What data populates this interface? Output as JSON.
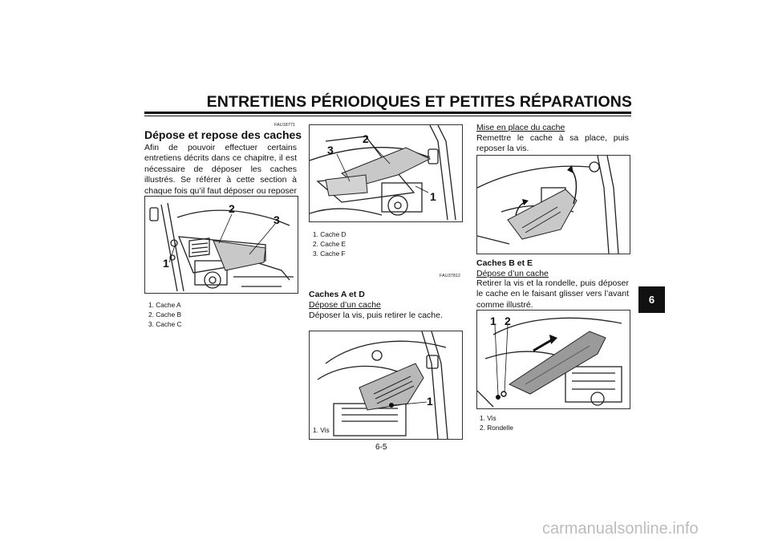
{
  "header": {
    "title": "ENTRETIENS PÉRIODIQUES ET PETITES RÉPARATIONS"
  },
  "left": {
    "code": "FAU18771",
    "title": "Dépose et repose des caches",
    "intro": "Afin de pouvoir effectuer certains entretiens décrits dans ce chapitre, il est nécessaire de déposer les caches illustrés. Se référer à cette section à chaque fois qu’il faut dé­poser ou reposer un cache.",
    "figure_callouts": [
      "2",
      "3",
      "1"
    ],
    "captions": [
      "1. Cache A",
      "2. Cache B",
      "3. Cache C"
    ]
  },
  "middle": {
    "figure_callouts": [
      "3",
      "2",
      "1"
    ],
    "captions": [
      "1. Cache D",
      "2. Cache E",
      "3. Cache F"
    ],
    "code": "FAU37812",
    "heading": "Caches A et D",
    "subheading": "Dépose d’un cache",
    "text": "Déposer la vis, puis retirer le cache.",
    "figure2_callouts": [
      "1"
    ],
    "captions2": [
      "1. Vis"
    ]
  },
  "right": {
    "subheading": "Mise en place du cache",
    "text": "Remettre le cache à sa place, puis reposer la vis.",
    "heading": "Caches B et E",
    "subheading2": "Dépose d’un cache",
    "text2": "Retirer la vis et la rondelle, puis déposer le cache en le faisant glisser vers l’avant com­me illustré.",
    "figure_callouts": [
      "1",
      "2"
    ],
    "captions": [
      "1. Vis",
      "2. Rondelle"
    ]
  },
  "tab": "6",
  "page_number": "6-5",
  "watermark": "carmanualsonline.info"
}
